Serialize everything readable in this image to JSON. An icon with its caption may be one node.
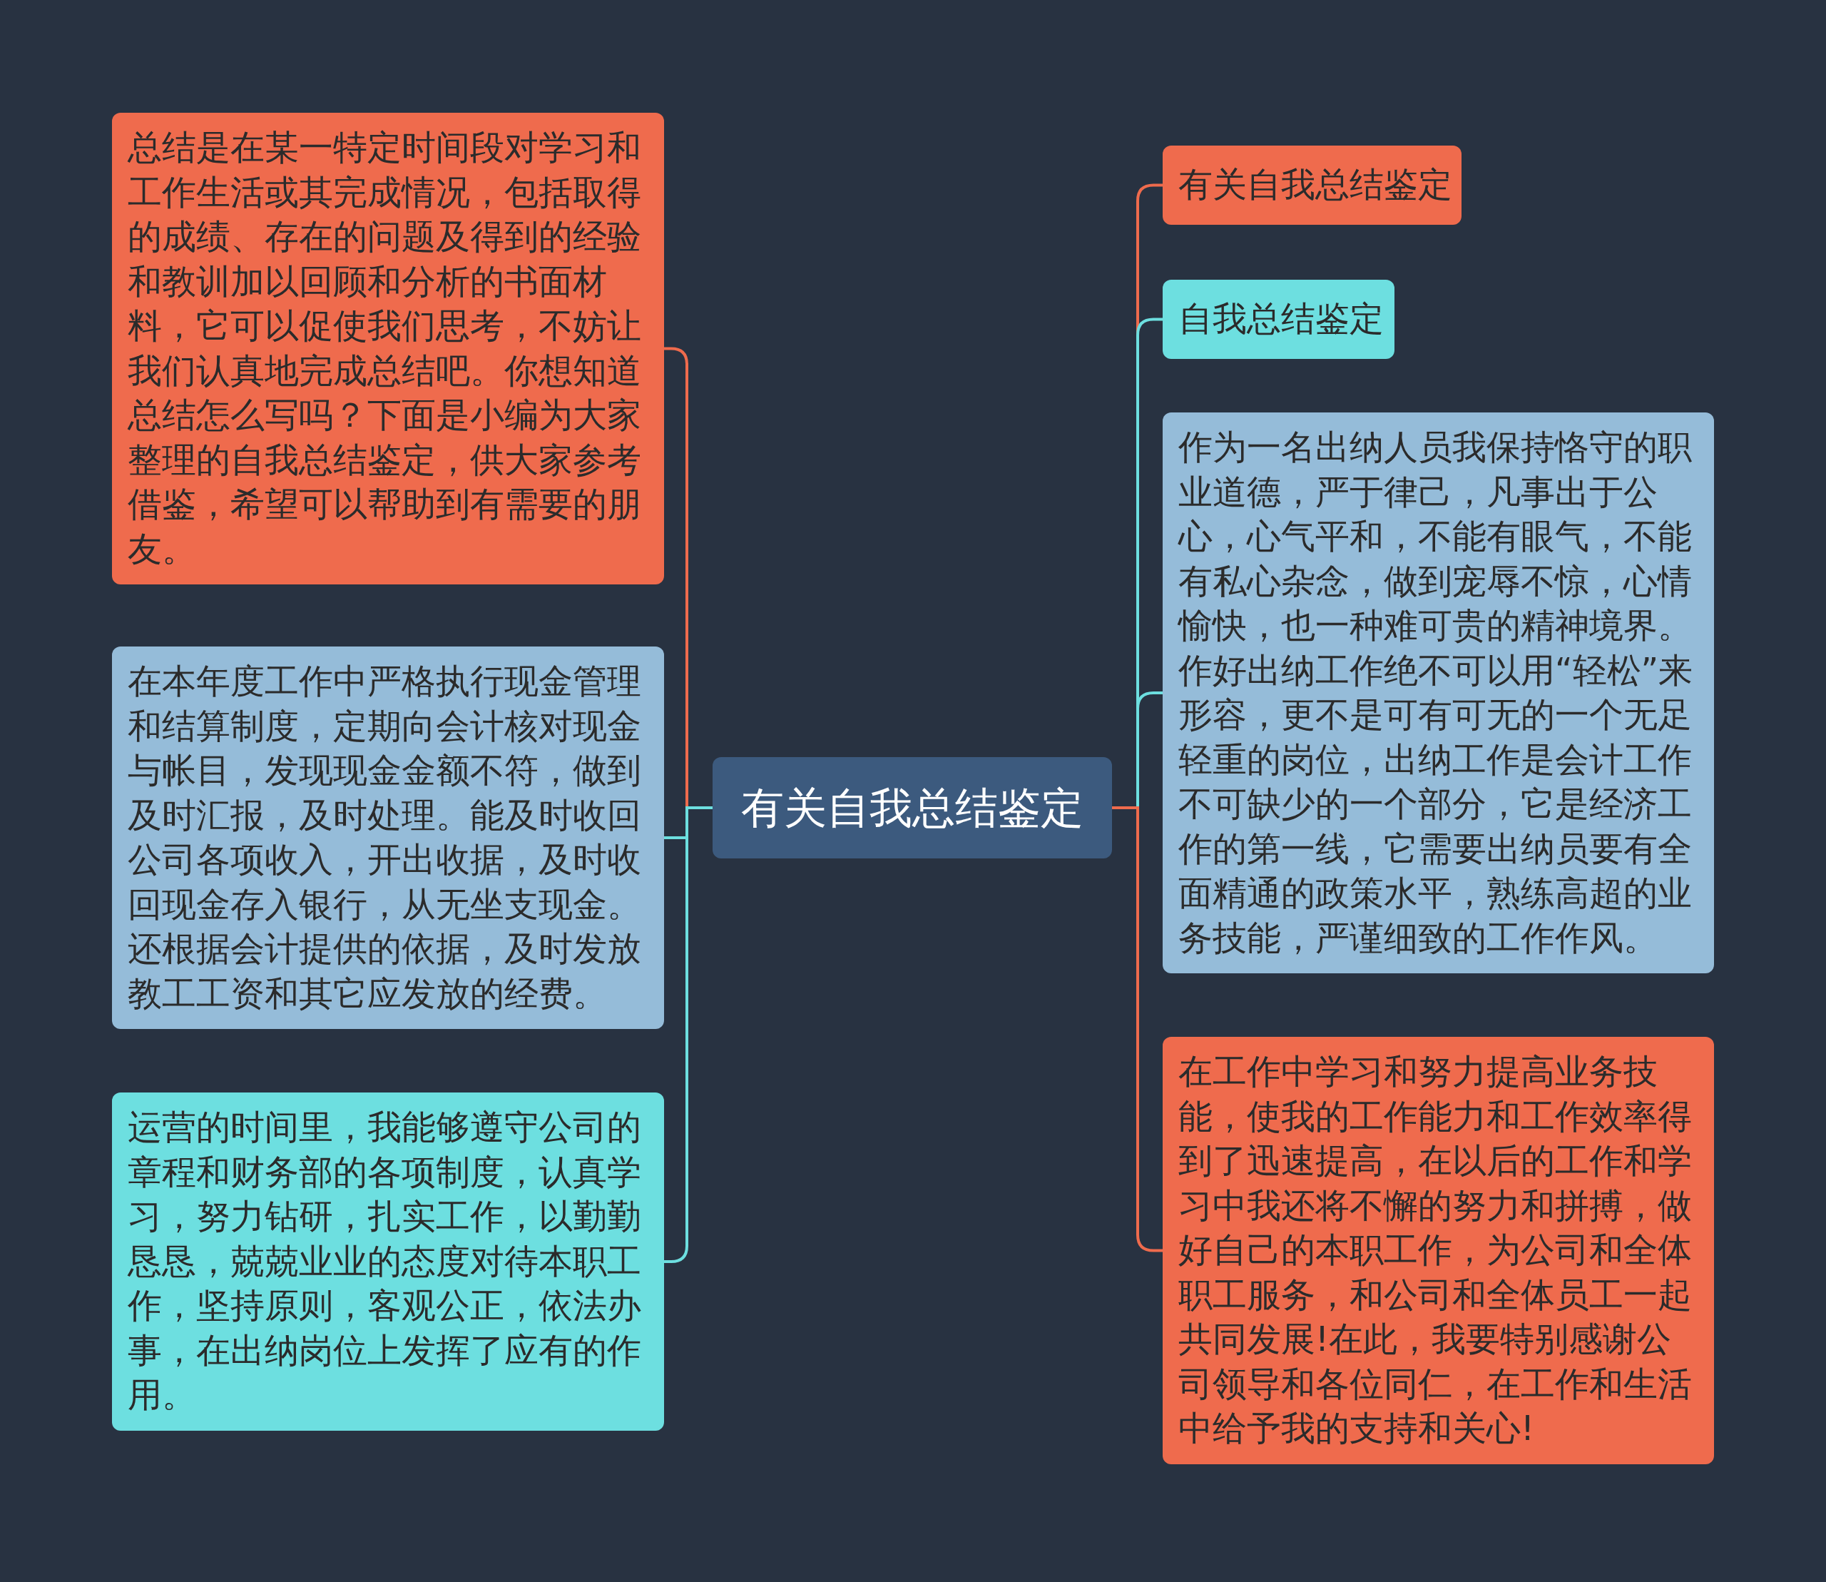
{
  "diagram": {
    "nodes": [
      {
        "text": [
          "有关自我总结鉴定"
        ]
      },
      {
        "text": [
          "总结是在某一特定时间段对学习和工作生活或其完成情况，包括取得的成绩、存在的问题及得到的经验和教训加以回顾和分析的书面材料，它可以促使我们思考，不妨让我们认真地完成总结吧。你想知道总结怎么写吗？下面是小编为大家整理的自我总结鉴定，供大家参考借鉴，希望可以帮助到有需要的朋友。"
        ]
      },
      {
        "text": [
          "在本年度工作中严格执行现金管理和结算制度，定期向会计核对现金与帐目，发现现金金额不符，做到及时汇报，及时处理。能及时收回公司各项收入，开出收据，及时收回现金存入银行，从无坐支现金。还根据会计提供的依据，及时发放教工工资和其它应发放的经费。"
        ]
      },
      {
        "text": [
          "运营的时间里，我能够遵守公司的章程和财务部的各项制度，认真学习，努力钻研，扎实工作，以勤勤恳恳，兢兢业业的态度对待本职工作，坚持原则，客观公正，依法办事，在出纳岗位上发挥了应有的作用。"
        ]
      },
      {
        "text": [
          "有关自我总结鉴定"
        ]
      },
      {
        "text": [
          "自我总结鉴定"
        ]
      },
      {
        "text": [
          "作为一名出纳人员我保持恪守的职业道德，严于律己，凡事出于公心，心气平和，不能有眼气，不能有私心杂念，做到宠辱不惊，心情愉快，也一种难可贵的精神境界。作好出纳工作绝不可以用“轻松”来形容，更不是可有可无的一个无足轻重的岗位，出纳工作是会计工作不可缺少的一个部分，它是经济工作的第一线，它需要出纳员要有全面精通的政策水平，熟练高超的业务技能，严谨细致的工作作风。"
        ]
      },
      {
        "text": [
          "在工作中学习和努力提高业务技能，使我的工作能力和工作效率得到了迅速提高，在以后的工作和学习中我还将不懈的努力和拼搏，做好自己的本职工作，为公司和全体职工服务，和公司和全体员工一起共同发展!在此，我要特别感谢公司领导和各位同仁，在工作和生活中给予我的支持和关心!"
        ]
      }
    ],
    "edges": [
      {
        "from": 0,
        "to": 1,
        "arrow": "none",
        "color": "#ef6b4d"
      },
      {
        "from": 0,
        "to": 2,
        "arrow": "none"
      },
      {
        "from": 0,
        "to": 3,
        "arrow": "none"
      },
      {
        "from": 0,
        "to": 4,
        "arrow": "none",
        "color": "#ef6b4d"
      },
      {
        "from": 0,
        "to": 5,
        "arrow": "none"
      },
      {
        "from": 0,
        "to": 6,
        "arrow": "none"
      },
      {
        "from": 0,
        "to": 7,
        "arrow": "none",
        "color": "#ef6b4d"
      }
    ]
  }
}
